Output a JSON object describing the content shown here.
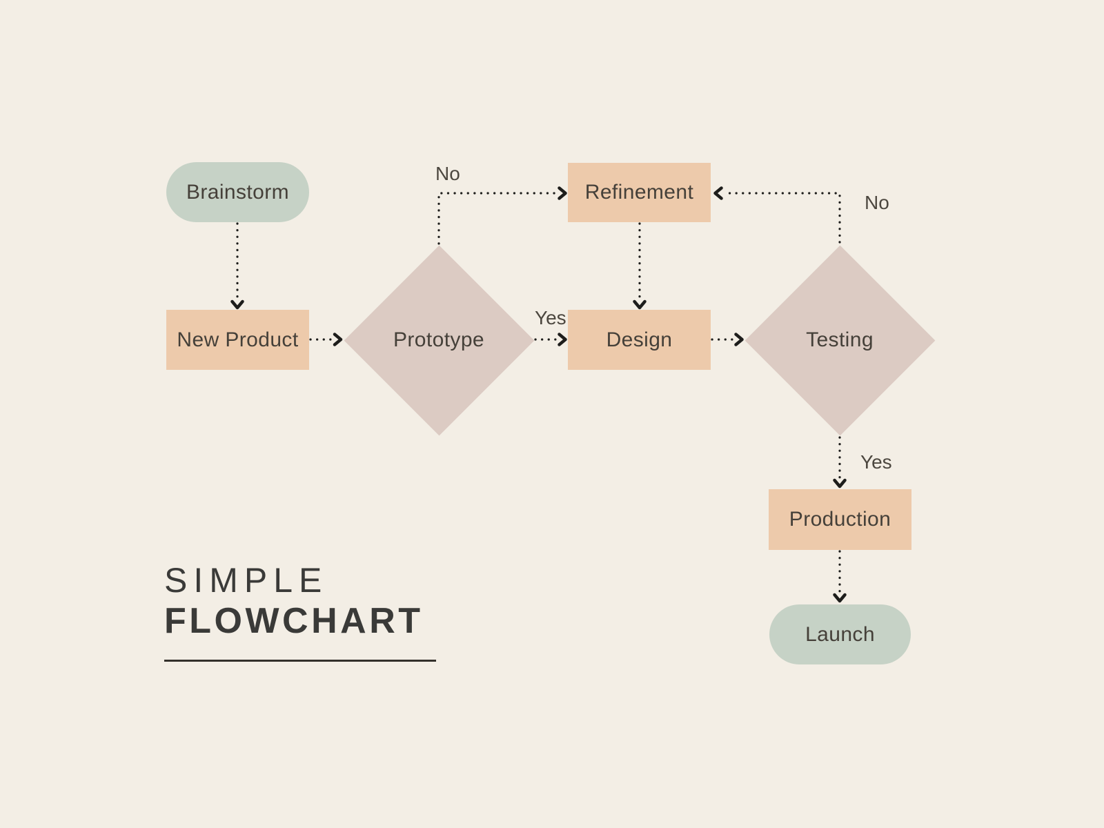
{
  "title": {
    "line1": "SIMPLE",
    "line2": "FLOWCHART"
  },
  "nodes": {
    "brainstorm": {
      "label": "Brainstorm",
      "shape": "rounded",
      "fill": "sage"
    },
    "new_product": {
      "label": "New Product",
      "shape": "rectangle",
      "fill": "peach"
    },
    "prototype": {
      "label": "Prototype",
      "shape": "diamond",
      "fill": "rose"
    },
    "refinement": {
      "label": "Refinement",
      "shape": "rectangle",
      "fill": "peach"
    },
    "design": {
      "label": "Design",
      "shape": "rectangle",
      "fill": "peach"
    },
    "testing": {
      "label": "Testing",
      "shape": "diamond",
      "fill": "rose"
    },
    "production": {
      "label": "Production",
      "shape": "rectangle",
      "fill": "peach"
    },
    "launch": {
      "label": "Launch",
      "shape": "rounded",
      "fill": "sage"
    }
  },
  "edges": [
    {
      "from": "Brainstorm",
      "to": "New Product",
      "label": ""
    },
    {
      "from": "New Product",
      "to": "Prototype",
      "label": ""
    },
    {
      "from": "Prototype",
      "to": "Refinement",
      "label": "No"
    },
    {
      "from": "Prototype",
      "to": "Design",
      "label": "Yes"
    },
    {
      "from": "Refinement",
      "to": "Design",
      "label": ""
    },
    {
      "from": "Design",
      "to": "Testing",
      "label": ""
    },
    {
      "from": "Testing",
      "to": "Refinement",
      "label": "No"
    },
    {
      "from": "Testing",
      "to": "Production",
      "label": "Yes"
    },
    {
      "from": "Production",
      "to": "Launch",
      "label": ""
    }
  ],
  "colors": {
    "background": "#f3eee5",
    "sage": "#c6d2c6",
    "peach": "#edcaab",
    "rose": "#dccbc3",
    "ink": "#454039",
    "title": "#3a3a38",
    "arrow": "#1d1d1b"
  }
}
